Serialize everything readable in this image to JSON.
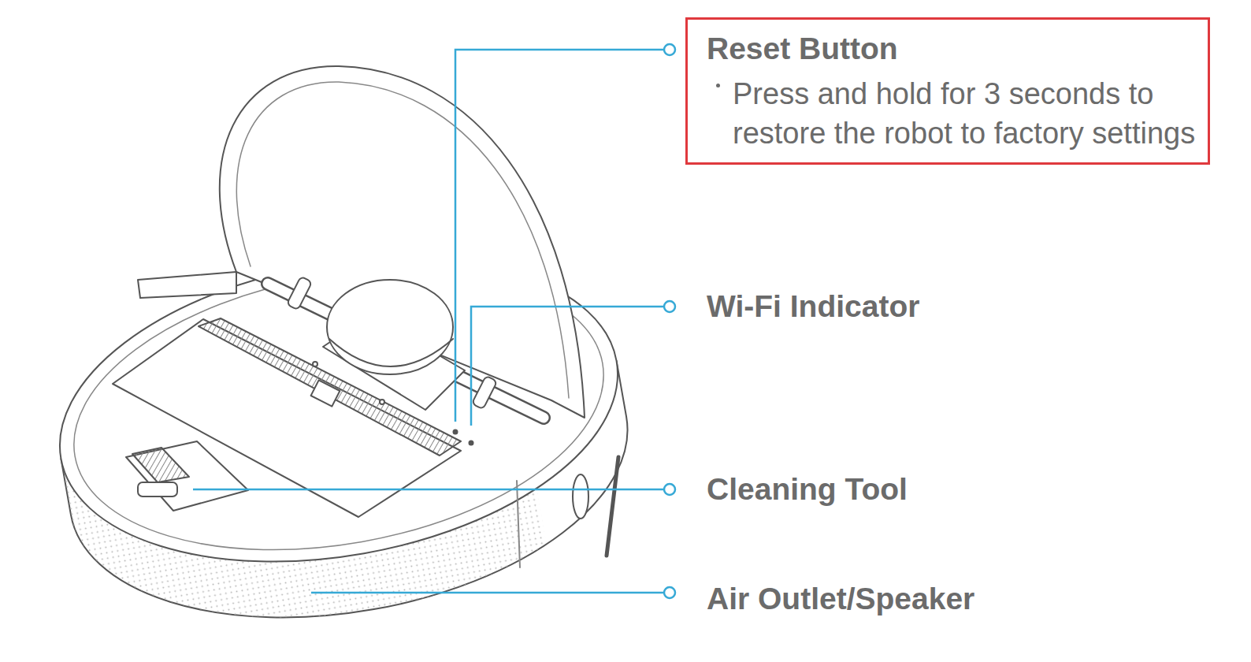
{
  "diagram": {
    "nodes": [
      {
        "text": [
          "Reset Button",
          "Press and hold for 3 seconds to restore the robot to factory settings"
        ]
      }
    ],
    "labels": [
      "Wi-Fi Indicator",
      "Cleaning Tool",
      "Air Outlet/Speaker"
    ]
  }
}
